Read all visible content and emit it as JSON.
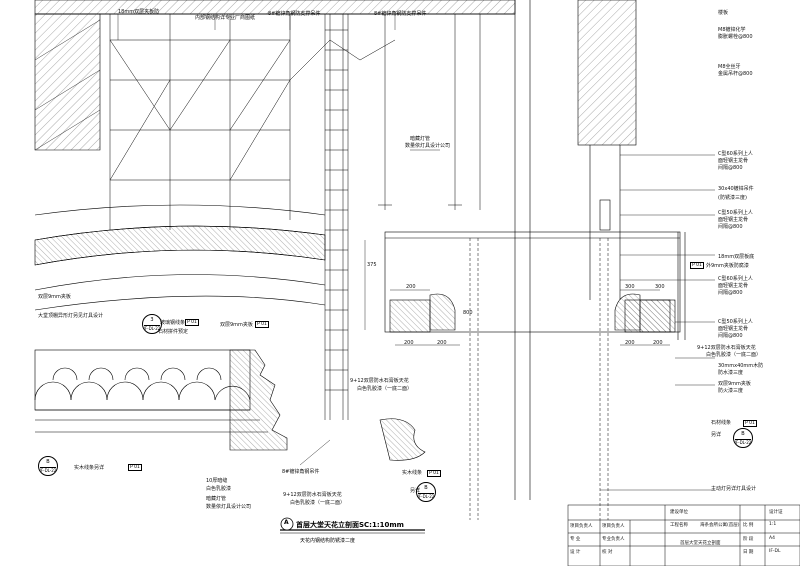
{
  "drawing": {
    "title": "首层大堂天花立剖面SC:1:10mm",
    "title_letter": "A",
    "subtitle": "天花内钢结构防锈漆二度"
  },
  "labels": [
    {
      "id": "l1",
      "text": "18mm双层夹板防"
    },
    {
      "id": "l2",
      "text": "内部钢结构详专业厂商图纸"
    },
    {
      "id": "l3",
      "text": "8#镀锌角钢防支撑吊件"
    },
    {
      "id": "l4",
      "text": "8#镀锌角钢防支撑吊件"
    },
    {
      "id": "l5",
      "text": "楼板"
    },
    {
      "id": "l6",
      "text": "M8镀锌化学"
    },
    {
      "id": "l7",
      "text": "膨胀螺栓@800"
    },
    {
      "id": "l8",
      "text": "M8全丝牙"
    },
    {
      "id": "l9",
      "text": "金属吊杆@800"
    },
    {
      "id": "l10",
      "text": "暗藏灯管"
    },
    {
      "id": "l11",
      "text": "数量依灯具设计公司"
    },
    {
      "id": "l12",
      "text": "C型60系列上人"
    },
    {
      "id": "l13",
      "text": "面轻钢主龙骨"
    },
    {
      "id": "l14",
      "text": "间隔@800"
    },
    {
      "id": "l15",
      "text": "30x40镀锌吊件"
    },
    {
      "id": "l16",
      "text": "(防锈漆三度)"
    },
    {
      "id": "l17",
      "text": "C型50系列上人"
    },
    {
      "id": "l18",
      "text": "面轻钢主龙骨"
    },
    {
      "id": "l19",
      "text": "间隔@800"
    },
    {
      "id": "l20",
      "text": "18mm双层板底"
    },
    {
      "id": "l21",
      "text": "外9mm夹板防腐漆"
    },
    {
      "id": "l22",
      "text": "C型60系列上人"
    },
    {
      "id": "l23",
      "text": "面轻钢主龙骨"
    },
    {
      "id": "l24",
      "text": "间隔@800"
    },
    {
      "id": "l25",
      "text": "C型50系列上人"
    },
    {
      "id": "l26",
      "text": "面轻钢主龙骨"
    },
    {
      "id": "l27",
      "text": "间隔@800"
    },
    {
      "id": "l28",
      "text": "9+12双层防水石膏板天花"
    },
    {
      "id": "l29",
      "text": "白色乳胶漆（一底二面）"
    },
    {
      "id": "l30",
      "text": "30mmx40mm木防"
    },
    {
      "id": "l31",
      "text": "防水漆三度"
    },
    {
      "id": "l32",
      "text": "双层9mm夹板"
    },
    {
      "id": "l33",
      "text": "防火漆三度"
    },
    {
      "id": "l34",
      "text": "双层9mm夹板"
    },
    {
      "id": "l35",
      "text": "大堂顶棚异形灯另见灯具设计"
    },
    {
      "id": "l36",
      "text": "玻璃钢线条另详"
    },
    {
      "id": "l37",
      "text": "石材拼件预定"
    },
    {
      "id": "l38",
      "text": "双层9mm夹板"
    },
    {
      "id": "l39",
      "text": "9+12双层防水石膏板天花"
    },
    {
      "id": "l40",
      "text": "白色乳胶漆（一底二面）"
    },
    {
      "id": "l41",
      "text": "实木线条另详"
    },
    {
      "id": "l42",
      "text": "10厚暗缝"
    },
    {
      "id": "l43",
      "text": "白色乳胶漆"
    },
    {
      "id": "l44",
      "text": "暗藏灯管"
    },
    {
      "id": "l45",
      "text": "数量依灯具设计公司"
    },
    {
      "id": "l46",
      "text": "8#镀锌角钢吊件"
    },
    {
      "id": "l47",
      "text": "9+12双层防水石膏板天花"
    },
    {
      "id": "l48",
      "text": "白色乳胶漆（一底二面）"
    },
    {
      "id": "l49",
      "text": "实木线条"
    },
    {
      "id": "l50",
      "text": "另详"
    },
    {
      "id": "l51",
      "text": "石材线条"
    },
    {
      "id": "l52",
      "text": "另详"
    },
    {
      "id": "l53",
      "text": "主动灯另详灯具设计"
    }
  ],
  "tags": [
    {
      "id": "t1",
      "text": "P  01"
    },
    {
      "id": "t2",
      "text": "P  01"
    },
    {
      "id": "t3",
      "text": "P  01"
    },
    {
      "id": "t4",
      "text": "P  01"
    },
    {
      "id": "t5",
      "text": "P  01"
    },
    {
      "id": "t6",
      "text": "P  01"
    }
  ],
  "refs": [
    {
      "id": "r1",
      "top": "3",
      "bottom": "IF-DL-22"
    },
    {
      "id": "r2",
      "top": "B",
      "bottom": "IF-DL-22"
    },
    {
      "id": "r3",
      "top": "B",
      "bottom": "IF-DL-22"
    },
    {
      "id": "r4",
      "top": "B",
      "bottom": "IF-DL-22"
    }
  ],
  "dims": [
    "200",
    "375",
    "200",
    "200",
    "800",
    "300",
    "300",
    "200",
    "200"
  ],
  "titleblock": {
    "c1": "建设单位",
    "c2": "工程名称",
    "c3": "海条会所公寓(首层)",
    "c4": "首层大堂天花立剖面",
    "r1": "项目负责人",
    "r2": "项目负责人",
    "r3": "专  业",
    "r4": "专业负责人",
    "r5": "设  计",
    "r6": "校  对",
    "k1": "比  例",
    "k2": "阶  段",
    "k3": "日  期",
    "v1": "1:1",
    "v2": "A4",
    "v3": "IF-DL",
    "note": "设计证"
  }
}
